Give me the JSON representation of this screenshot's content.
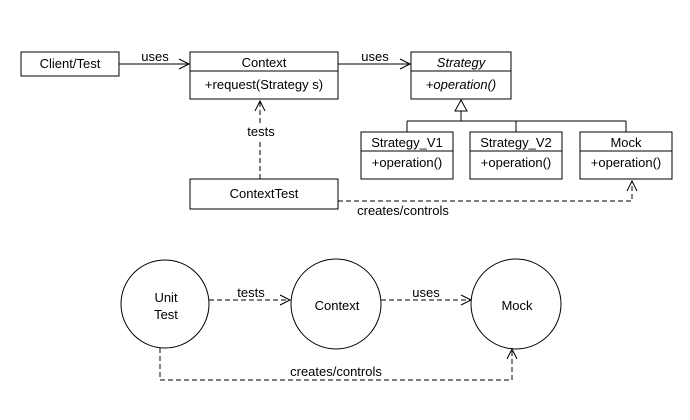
{
  "class_diagram": {
    "client": {
      "name": "Client/Test"
    },
    "context": {
      "name": "Context",
      "method": "+request(Strategy s)"
    },
    "strategy": {
      "name": "Strategy",
      "method": "+operation()"
    },
    "strategy_v1": {
      "name": "Strategy_V1",
      "method": "+operation()"
    },
    "strategy_v2": {
      "name": "Strategy_V2",
      "method": "+operation()"
    },
    "mock": {
      "name": "Mock",
      "method": "+operation()"
    },
    "context_test": {
      "name": "ContextTest"
    },
    "labels": {
      "client_uses": "uses",
      "context_uses": "uses",
      "tests": "tests",
      "creates_controls": "creates/controls"
    }
  },
  "flow_diagram": {
    "unit_test": {
      "line1": "Unit",
      "line2": "Test"
    },
    "context": {
      "name": "Context"
    },
    "mock": {
      "name": "Mock"
    },
    "labels": {
      "tests": "tests",
      "uses": "uses",
      "creates_controls": "creates/controls"
    }
  }
}
